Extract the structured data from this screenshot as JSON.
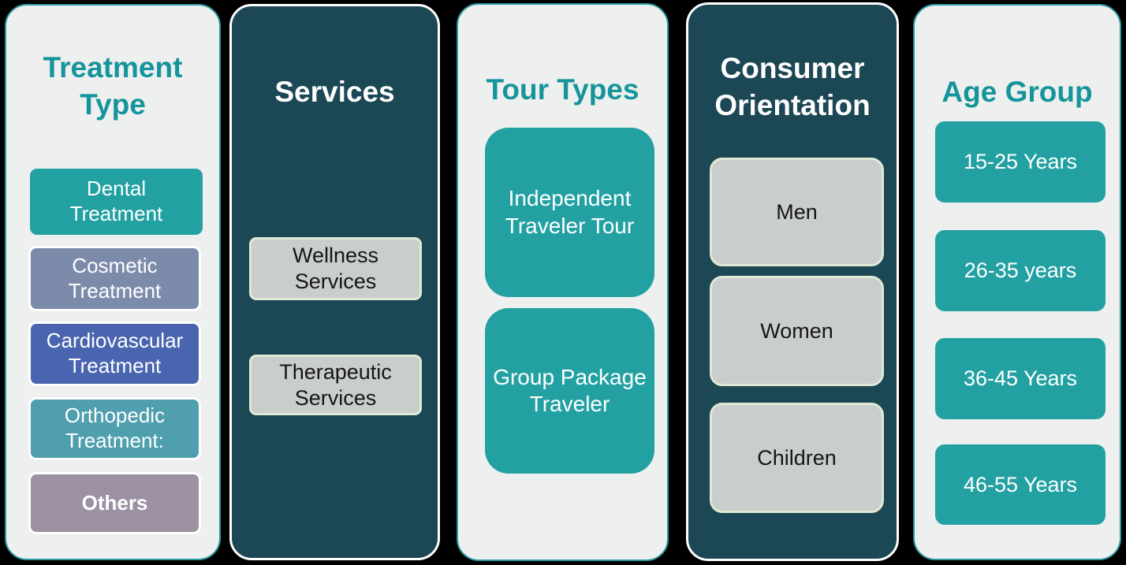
{
  "theme": {
    "canvas_bg": "#000000",
    "panel_light_bg": "#eef0ef",
    "panel_light_border": "#2b9aa0",
    "panel_dark_bg": "#1c4754",
    "panel_dark_border": "#ffffff",
    "title_teal": "#16949b",
    "title_white": "#ffffff",
    "teal_box": "#23a1a2",
    "gray_box_bg": "#c9cdcc",
    "gray_box_border": "#dfe9d4"
  },
  "columns": [
    {
      "title": "Treatment Type",
      "items": [
        {
          "label": "Dental Treatment",
          "color": "#23a1a2"
        },
        {
          "label": "Cosmetic Treatment",
          "color": "#7d8bab"
        },
        {
          "label": "Cardiovascular Treatment",
          "color": "#4a65b0"
        },
        {
          "label": "Orthopedic Treatment:",
          "color": "#4f9fae"
        },
        {
          "label": "Others",
          "color": "#9c90a2"
        }
      ]
    },
    {
      "title": "Services",
      "items": [
        {
          "label": "Wellness Services",
          "color": "#c9cdcc"
        },
        {
          "label": "Therapeutic Services",
          "color": "#c9cdcc"
        }
      ]
    },
    {
      "title": "Tour Types",
      "items": [
        {
          "label": "Independent Traveler Tour",
          "color": "#23a1a2"
        },
        {
          "label": "Group Package Traveler",
          "color": "#23a1a2"
        }
      ]
    },
    {
      "title": "Consumer Orientation",
      "items": [
        {
          "label": "Men",
          "color": "#c9cdcc"
        },
        {
          "label": "Women",
          "color": "#c9cdcc"
        },
        {
          "label": "Children",
          "color": "#c9cdcc"
        }
      ]
    },
    {
      "title": "Age Group",
      "items": [
        {
          "label": "15-25 Years",
          "color": "#23a1a2"
        },
        {
          "label": "26-35 years",
          "color": "#23a1a2"
        },
        {
          "label": "36-45 Years",
          "color": "#23a1a2"
        },
        {
          "label": "46-55 Years",
          "color": "#23a1a2"
        }
      ]
    }
  ]
}
